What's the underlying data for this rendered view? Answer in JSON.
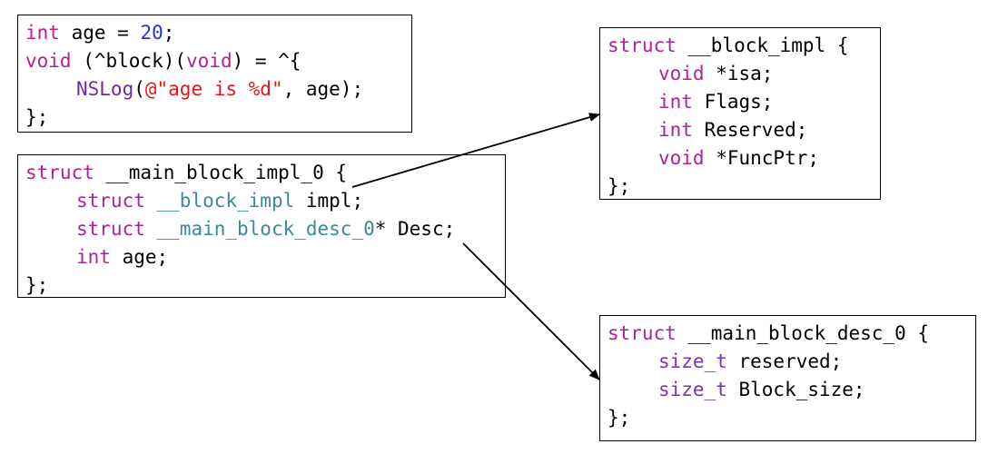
{
  "snippet": {
    "l1": {
      "k": "int",
      "t1": " age = ",
      "n": "20",
      "t2": ";"
    },
    "l2": {
      "k1": "void",
      "t1": " (^block)(",
      "k2": "void",
      "t2": ") = ^{"
    },
    "l3": {
      "fn": "NSLog",
      "p1": "(",
      "s": "@\"age is %d\"",
      "t": ", age);"
    },
    "l4": "};"
  },
  "main_struct": {
    "l1": {
      "k": "struct",
      "t": " __main_block_impl_0 {"
    },
    "l2": {
      "k": "struct",
      "sp": " ",
      "ty": "__block_impl",
      "t": " impl;"
    },
    "l3": {
      "k": "struct",
      "sp": " ",
      "ty": "__main_block_desc_0",
      "t": "* Desc;"
    },
    "l4": {
      "k": "int",
      "t": " age;"
    },
    "l5": "};"
  },
  "impl_struct": {
    "l1": {
      "k": "struct",
      "t": " __block_impl {"
    },
    "l2": {
      "k": "void",
      "t": " *isa;"
    },
    "l3": {
      "k": "int",
      "t": " Flags;"
    },
    "l4": {
      "k": "int",
      "t": " Reserved;"
    },
    "l5": {
      "k": "void",
      "t": " *FuncPtr;"
    },
    "l6": "};"
  },
  "desc_struct": {
    "l1": {
      "k": "struct",
      "t": " __main_block_desc_0 {"
    },
    "l2": {
      "ty": "size_t",
      "t": " reserved;"
    },
    "l3": {
      "ty": "size_t",
      "t": " Block_size;"
    },
    "l4": "};"
  },
  "colors": {
    "keyword": "#b0219b",
    "number": "#2732d8",
    "string": "#e3161e",
    "type": "#3a8a95",
    "function": "#6a2ea0",
    "arrow": "#000000"
  }
}
